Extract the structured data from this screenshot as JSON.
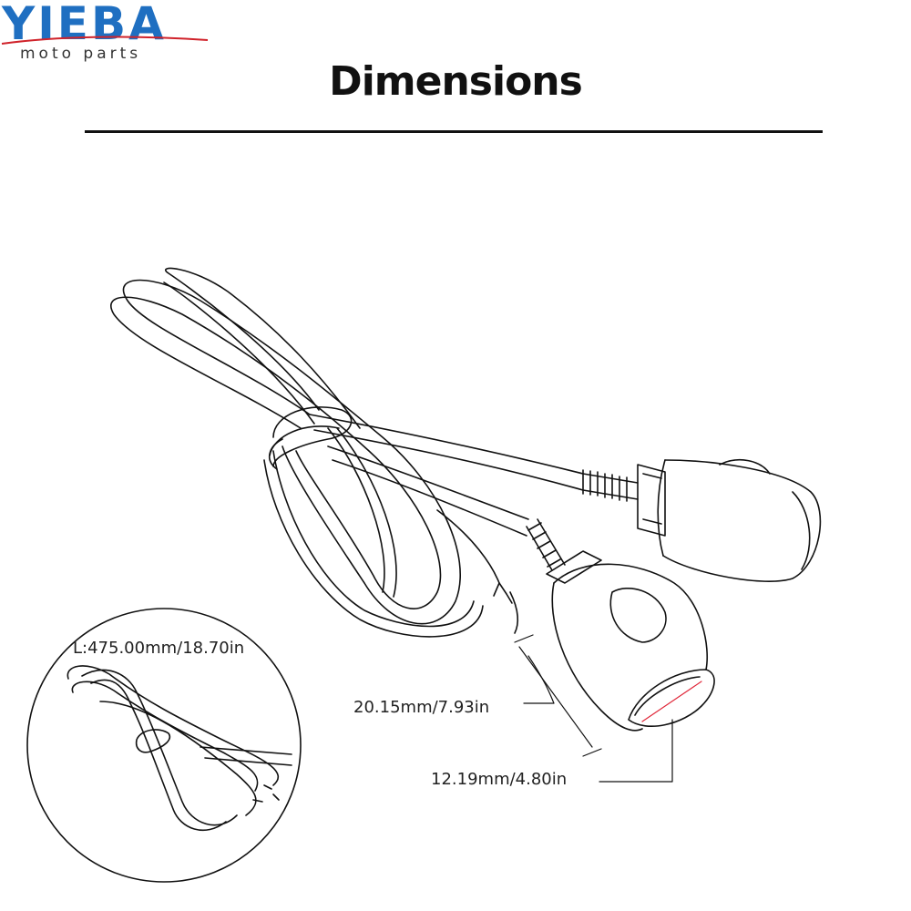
{
  "brand": {
    "name": "YIEBA",
    "tagline": "moto parts",
    "colors": {
      "wordmark": "#1f6fc1",
      "swoosh": "#d0232b"
    }
  },
  "title": "Dimensions",
  "dimensions": {
    "cable_length": "L:475.00mm/18.70in",
    "body_length": "20.15mm/7.93in",
    "lens_diameter": "12.19mm/4.80in"
  },
  "colors": {
    "line": "#111111",
    "lens_line": "#e0283a"
  }
}
